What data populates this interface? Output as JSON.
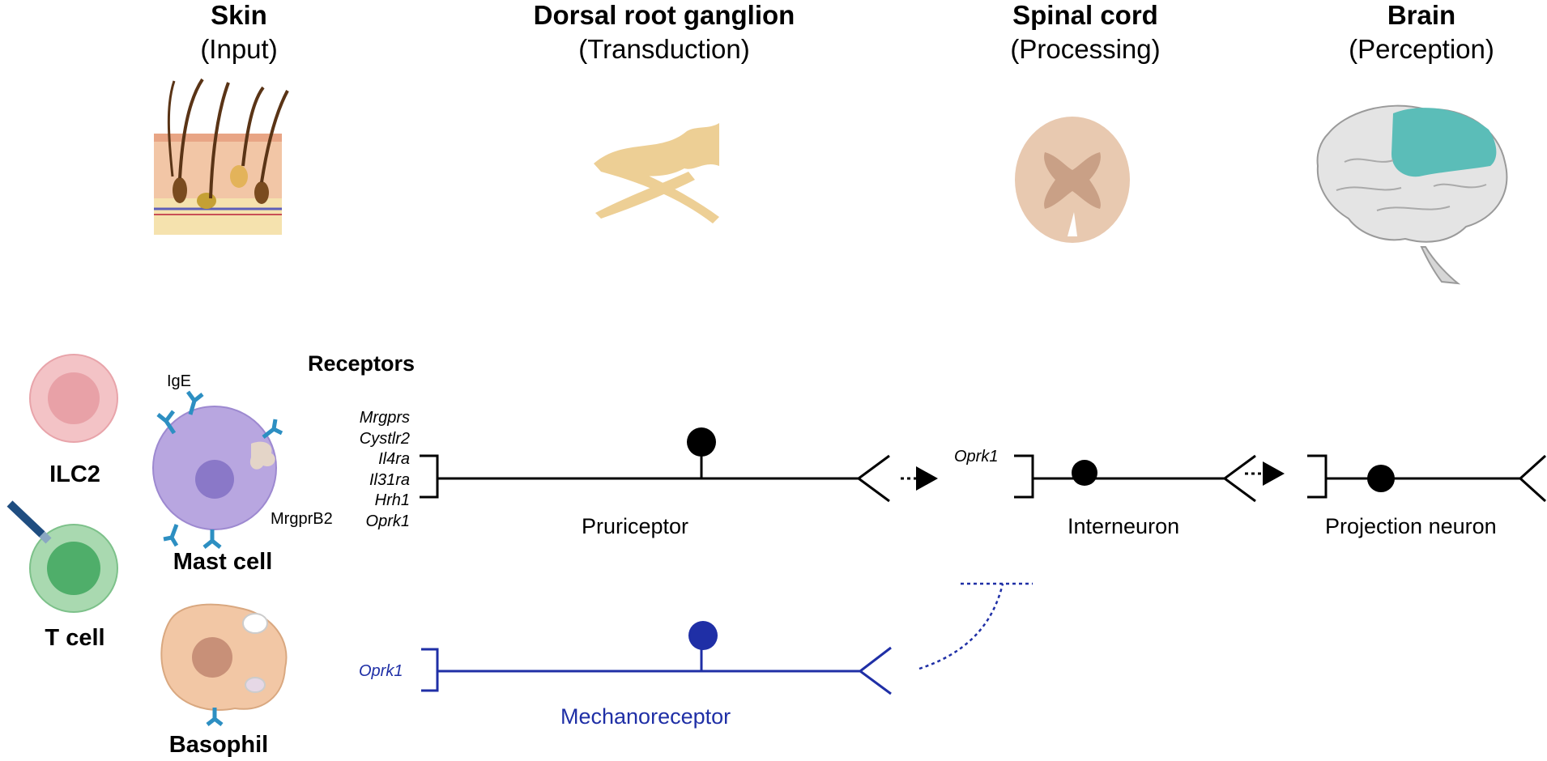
{
  "headers": [
    {
      "title": "Skin",
      "subtitle": "(Input)"
    },
    {
      "title": "Dorsal root ganglion",
      "subtitle": "(Transduction)"
    },
    {
      "title": "Spinal cord",
      "subtitle": "(Processing)"
    },
    {
      "title": "Brain",
      "subtitle": "(Perception)"
    }
  ],
  "cells": {
    "ilc2": "ILC2",
    "t_cell": "T cell",
    "mast_cell": "Mast cell",
    "basophil": "Basophil",
    "ige": "IgE",
    "mrgprb2": "MrgprB2"
  },
  "receptors_title": "Receptors",
  "receptors": [
    "Mrgprs",
    "Cystlr2",
    "Il4ra",
    "Il31ra",
    "Hrh1",
    "Oprk1"
  ],
  "neurons": {
    "pruriceptor": "Pruriceptor",
    "interneuron": "Interneuron",
    "interneuron_receptor": "Oprk1",
    "projection": "Projection neuron",
    "mechanoreceptor": "Mechanoreceptor",
    "mechanoreceptor_receptor": "Oprk1"
  },
  "colors": {
    "mechanoreceptor": "#1f2fa6",
    "ilc2": "#f3c3c6",
    "t_cell": "#a9d9b0",
    "mast_cell": "#b8a6e0",
    "basophil": "#f2c7a5",
    "drg": "#edcf95",
    "spinal_cord": "#e8c9b0",
    "brain_highlight": "#5bbdb8"
  }
}
